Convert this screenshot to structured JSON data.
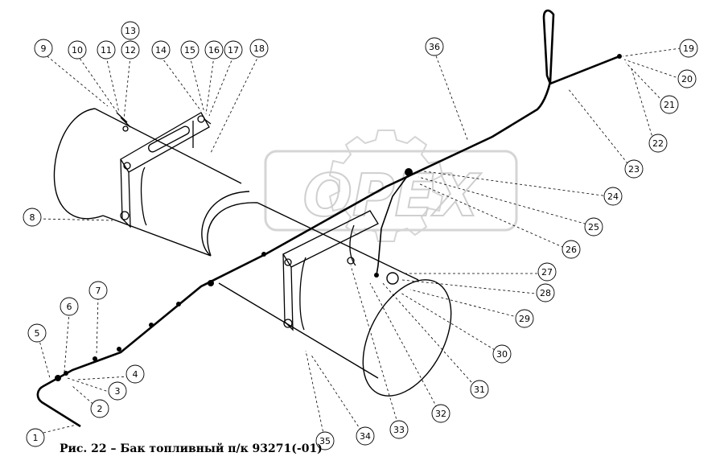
{
  "caption": "Рис. 22 – Бак топливный п/к 93271(-01)",
  "watermark": "OPEX",
  "callouts": [
    {
      "id": "c1",
      "label": "1"
    },
    {
      "id": "c2",
      "label": "2"
    },
    {
      "id": "c3",
      "label": "3"
    },
    {
      "id": "c4",
      "label": "4"
    },
    {
      "id": "c5",
      "label": "5"
    },
    {
      "id": "c6",
      "label": "6"
    },
    {
      "id": "c7",
      "label": "7"
    },
    {
      "id": "c8",
      "label": "8"
    },
    {
      "id": "c9",
      "label": "9"
    },
    {
      "id": "c10",
      "label": "10"
    },
    {
      "id": "c11",
      "label": "11"
    },
    {
      "id": "c12",
      "label": "12"
    },
    {
      "id": "c13",
      "label": "13"
    },
    {
      "id": "c14",
      "label": "14"
    },
    {
      "id": "c15",
      "label": "15"
    },
    {
      "id": "c16",
      "label": "16"
    },
    {
      "id": "c17",
      "label": "17"
    },
    {
      "id": "c18",
      "label": "18"
    },
    {
      "id": "c19",
      "label": "19"
    },
    {
      "id": "c20",
      "label": "20"
    },
    {
      "id": "c21",
      "label": "21"
    },
    {
      "id": "c22",
      "label": "22"
    },
    {
      "id": "c23",
      "label": "23"
    },
    {
      "id": "c24",
      "label": "24"
    },
    {
      "id": "c25",
      "label": "25"
    },
    {
      "id": "c26",
      "label": "26"
    },
    {
      "id": "c27",
      "label": "27"
    },
    {
      "id": "c28",
      "label": "28"
    },
    {
      "id": "c29",
      "label": "29"
    },
    {
      "id": "c30",
      "label": "30"
    },
    {
      "id": "c31",
      "label": "31"
    },
    {
      "id": "c32",
      "label": "32"
    },
    {
      "id": "c33",
      "label": "33"
    },
    {
      "id": "c34",
      "label": "34"
    },
    {
      "id": "c35",
      "label": "35"
    },
    {
      "id": "c36",
      "label": "36"
    }
  ]
}
